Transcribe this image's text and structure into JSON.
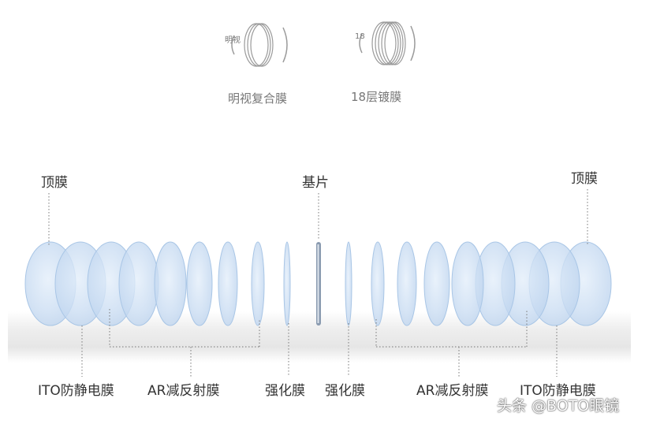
{
  "icons": [
    {
      "glyph_text": "明视",
      "caption": "明视复合膜"
    },
    {
      "glyph_text": "18",
      "caption": "18层镀膜"
    }
  ],
  "labels": {
    "top_film_left": "顶膜",
    "substrate": "基片",
    "top_film_right": "顶膜",
    "ito_left": "ITO防静电膜",
    "ar_left": "AR减反射膜",
    "hardcoat_left": "强化膜",
    "hardcoat_right": "强化膜",
    "ar_right": "AR减反射膜",
    "ito_right": "ITO防静电膜"
  },
  "watermark": "头条 @BOTO眼镜",
  "colors": {
    "lens_fill": "#cfe0f3",
    "lens_stroke": "#a9c6e6",
    "substrate": "#8a9bb0",
    "text": "#333333",
    "subtle_text": "#777777",
    "shadow": "#e8e8e8"
  }
}
